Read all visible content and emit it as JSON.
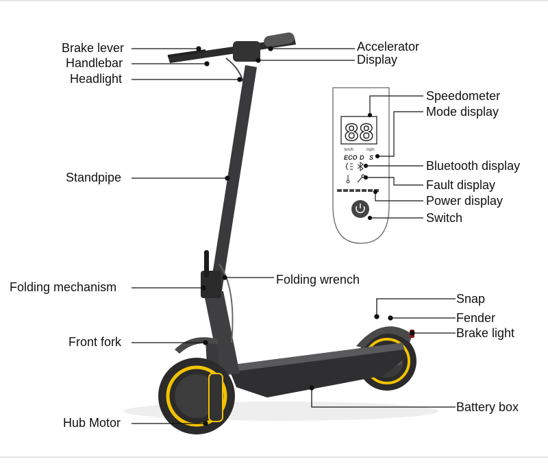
{
  "labels": {
    "brake_lever": "Brake lever",
    "handlebar": "Handlebar",
    "headlight": "Headlight",
    "standpipe": "Standpipe",
    "folding_mechanism": "Folding mechanism",
    "front_fork": "Front fork",
    "hub_motor": "Hub Motor",
    "accelerator": "Accelerator",
    "display": "Display",
    "speedometer": "Speedometer",
    "mode_display": "Mode display",
    "bluetooth_display": "Bluetooth display",
    "fault_display": "Fault display",
    "power_display": "Power display",
    "switch": "Switch",
    "folding_wrench": "Folding wrench",
    "snap": "Snap",
    "fender": "Fender",
    "brake_light": "Brake light",
    "battery_box": "Battery box"
  },
  "panel": {
    "digits": "88",
    "unit_left": "km/h",
    "unit_right": "mph",
    "mode_eco": "ECO",
    "mode_d": "D",
    "mode_s": "S"
  },
  "colors": {
    "frame": "#3a3a3c",
    "tire": "#2b2b2b",
    "rim_accent": "#f2c200",
    "leader": "#111111"
  },
  "icons": [
    "headlight-icon",
    "bluetooth-icon",
    "thermometer-icon",
    "wrench-icon",
    "power-icon"
  ]
}
